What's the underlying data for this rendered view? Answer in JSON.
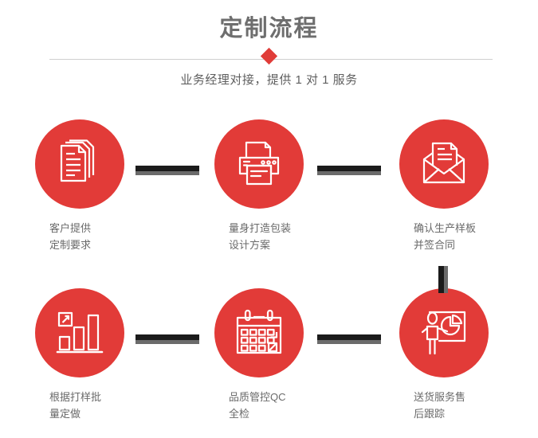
{
  "header": {
    "title": "定制流程",
    "subtitle": "业务经理对接，提供 1 对 1 服务",
    "divider_icon": "diamond-marker"
  },
  "theme": {
    "accent": "#e23b38",
    "title_color": "#6e6e6e",
    "caption_color": "#6a6a6a",
    "connector_color": "#1b1b1b",
    "connector_shadow_color": "#6b6b6b",
    "divider_color": "#cfcfcf",
    "background": "#ffffff"
  },
  "flow": {
    "rows": [
      {
        "steps": [
          {
            "index": 1,
            "icon": "documents-stack-icon",
            "caption": "客户提供\n定制要求"
          },
          {
            "index": 2,
            "icon": "printer-icon",
            "caption": "量身打造包装\n设计方案"
          },
          {
            "index": 3,
            "icon": "envelope-document-icon",
            "caption": "确认生产样板\n并签合同"
          }
        ],
        "connectors": [
          "arrow-connector-horizontal",
          "arrow-connector-horizontal"
        ]
      },
      {
        "steps": [
          {
            "index": 4,
            "icon": "bar-chart-growth-icon",
            "caption": "根据打样批\n量定做"
          },
          {
            "index": 5,
            "icon": "calendar-check-icon",
            "caption": "品质管控QC\n全检"
          },
          {
            "index": 6,
            "icon": "presenter-pie-chart-icon",
            "caption": "送货服务售\n后跟踪"
          }
        ],
        "connectors": [
          "arrow-connector-horizontal",
          "arrow-connector-horizontal"
        ]
      }
    ],
    "vertical_connector": "arrow-connector-vertical"
  }
}
